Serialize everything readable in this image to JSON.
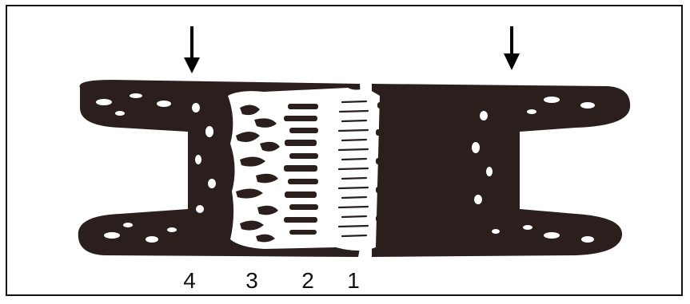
{
  "figure": {
    "zone_labels": [
      "4",
      "3",
      "2",
      "1"
    ],
    "colors": {
      "bone": "#2a1f1c",
      "marrow": "#ffffff",
      "frame": "#111111",
      "arrow": "#000000"
    },
    "arrows": [
      "down-arrow-icon",
      "down-arrow-icon"
    ]
  }
}
